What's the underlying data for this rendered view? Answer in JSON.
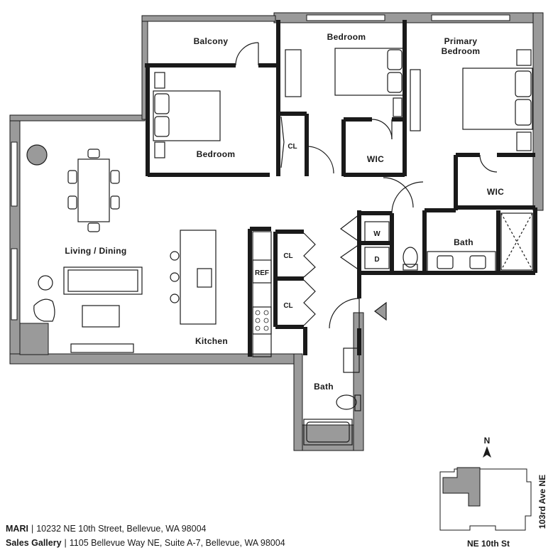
{
  "rooms": {
    "balcony": "Balcony",
    "bedroom_top": "Bedroom",
    "primary_line1": "Primary",
    "primary_line2": "Bedroom",
    "bedroom_left": "Bedroom",
    "closet_bedroom": "CL",
    "wic_bedroom": "WIC",
    "wic_primary": "WIC",
    "living_dining": "Living / Dining",
    "washer": "W",
    "dryer": "D",
    "bath_primary": "Bath",
    "closet_hall_1": "CL",
    "closet_hall_2": "CL",
    "refrigerator": "REF",
    "kitchen": "Kitchen",
    "bath_hall": "Bath"
  },
  "key_map": {
    "north": "N",
    "east_street": "103rd Ave NE",
    "south_street": "NE 10th St"
  },
  "footer": {
    "name": "MARI",
    "address": "10232 NE 10th Street, Bellevue, WA 98004",
    "gallery_label": "Sales Gallery",
    "gallery_address": "1105 Bellevue Way NE, Suite A-7, Bellevue, WA 98004"
  },
  "colors": {
    "wall": "#9a9a9a",
    "line": "#1a1a1a",
    "keymap_fill": "#9a9a9a"
  }
}
